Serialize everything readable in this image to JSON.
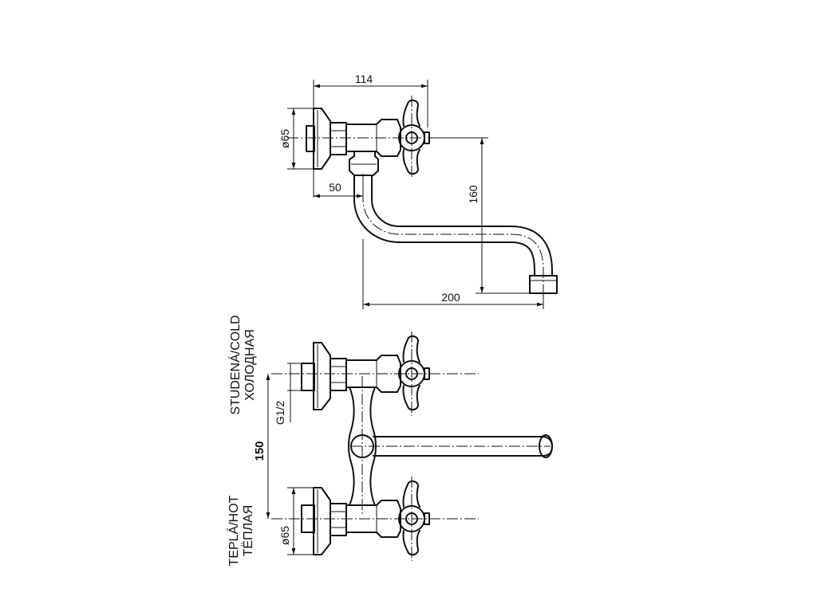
{
  "dimensions": {
    "top_width": "114",
    "top_flange_diameter": "ø65",
    "top_offset": "50",
    "spout_height": "160",
    "spout_reach": "200",
    "thread": "G1/2",
    "inlet_spacing": "150",
    "bottom_flange_diameter": "ø65"
  },
  "labels": {
    "cold_line1": "STUDENÁ/COLD",
    "cold_line2": "ХОЛОДНАЯ",
    "hot_line1": "TEPLÁ/HOT",
    "hot_line2": "ТЁПЛАЯ"
  }
}
